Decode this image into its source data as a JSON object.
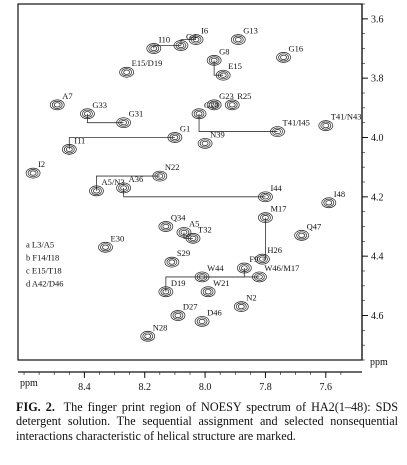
{
  "figure": {
    "label": "FIG. 2.",
    "caption": "The finger print region of NOESY spectrum of HA2(1–48): SDS detergent solution. The sequential assignment and selected nonsequential interactions characteristic of helical structure are marked."
  },
  "chart_data": {
    "type": "scatter",
    "title": "",
    "x_axis": {
      "label": "ppm",
      "ticks": [
        8.4,
        8.2,
        8.0,
        7.8,
        7.6
      ],
      "range": [
        8.62,
        7.48
      ],
      "reversed": true
    },
    "y_axis": {
      "label": "ppm",
      "ticks": [
        3.6,
        3.8,
        4.0,
        4.2,
        4.4,
        4.6
      ],
      "range": [
        3.55,
        4.75
      ],
      "reversed": true
    },
    "peaks": [
      {
        "label": "I10",
        "x": 8.17,
        "y": 3.7
      },
      {
        "label": "G4",
        "x": 8.08,
        "y": 3.69
      },
      {
        "label": "I6",
        "x": 8.03,
        "y": 3.67
      },
      {
        "label": "G13",
        "x": 7.89,
        "y": 3.67
      },
      {
        "label": "G16",
        "x": 7.74,
        "y": 3.73
      },
      {
        "label": "G8",
        "x": 7.97,
        "y": 3.74
      },
      {
        "label": "E15",
        "x": 7.94,
        "y": 3.79
      },
      {
        "label": "E15/D19",
        "x": 8.26,
        "y": 3.78
      },
      {
        "label": "A7",
        "x": 8.49,
        "y": 3.89
      },
      {
        "label": "G33",
        "x": 8.39,
        "y": 3.92
      },
      {
        "label": "G31",
        "x": 8.27,
        "y": 3.95
      },
      {
        "label": "G23",
        "x": 7.97,
        "y": 3.89
      },
      {
        "label": "R25",
        "x": 7.91,
        "y": 3.89
      },
      {
        "label": "G20",
        "x": 8.02,
        "y": 3.92
      },
      {
        "label": "T41/I45",
        "x": 7.76,
        "y": 3.98
      },
      {
        "label": "T41/N43",
        "x": 7.6,
        "y": 3.96
      },
      {
        "label": "I11",
        "x": 8.45,
        "y": 4.04
      },
      {
        "label": "G1",
        "x": 8.1,
        "y": 4.0
      },
      {
        "label": "N39",
        "x": 8.0,
        "y": 4.02
      },
      {
        "label": "I2",
        "x": 8.57,
        "y": 4.12
      },
      {
        "label": "A5/N3",
        "x": 8.36,
        "y": 4.18
      },
      {
        "label": "N22",
        "x": 8.15,
        "y": 4.13
      },
      {
        "label": "A36",
        "x": 8.27,
        "y": 4.17
      },
      {
        "label": "I44",
        "x": 7.8,
        "y": 4.2
      },
      {
        "label": "I48",
        "x": 7.59,
        "y": 4.22
      },
      {
        "label": "Q34",
        "x": 8.13,
        "y": 4.3
      },
      {
        "label": "A5",
        "x": 8.07,
        "y": 4.32
      },
      {
        "label": "T32",
        "x": 8.04,
        "y": 4.34
      },
      {
        "label": "Q47",
        "x": 7.68,
        "y": 4.33
      },
      {
        "label": "E30",
        "x": 8.33,
        "y": 4.37
      },
      {
        "label": "M17",
        "x": 7.8,
        "y": 4.27
      },
      {
        "label": "H26",
        "x": 7.81,
        "y": 4.41
      },
      {
        "label": "S29",
        "x": 8.11,
        "y": 4.42
      },
      {
        "label": "F9",
        "x": 7.87,
        "y": 4.44
      },
      {
        "label": "W44",
        "x": 8.01,
        "y": 4.47
      },
      {
        "label": "W21",
        "x": 7.99,
        "y": 4.52
      },
      {
        "label": "D19",
        "x": 8.13,
        "y": 4.52
      },
      {
        "label": "W46/M17",
        "x": 7.82,
        "y": 4.47
      },
      {
        "label": "D27",
        "x": 8.09,
        "y": 4.6
      },
      {
        "label": "N2",
        "x": 7.88,
        "y": 4.57
      },
      {
        "label": "N28",
        "x": 8.19,
        "y": 4.67
      },
      {
        "label": "D46",
        "x": 8.01,
        "y": 4.62
      }
    ],
    "legend": [
      {
        "key": "a",
        "text": "L3/A5"
      },
      {
        "key": "b",
        "text": "F14/I18"
      },
      {
        "key": "c",
        "text": "E15/T18"
      },
      {
        "key": "d",
        "text": "A42/D46"
      }
    ]
  }
}
